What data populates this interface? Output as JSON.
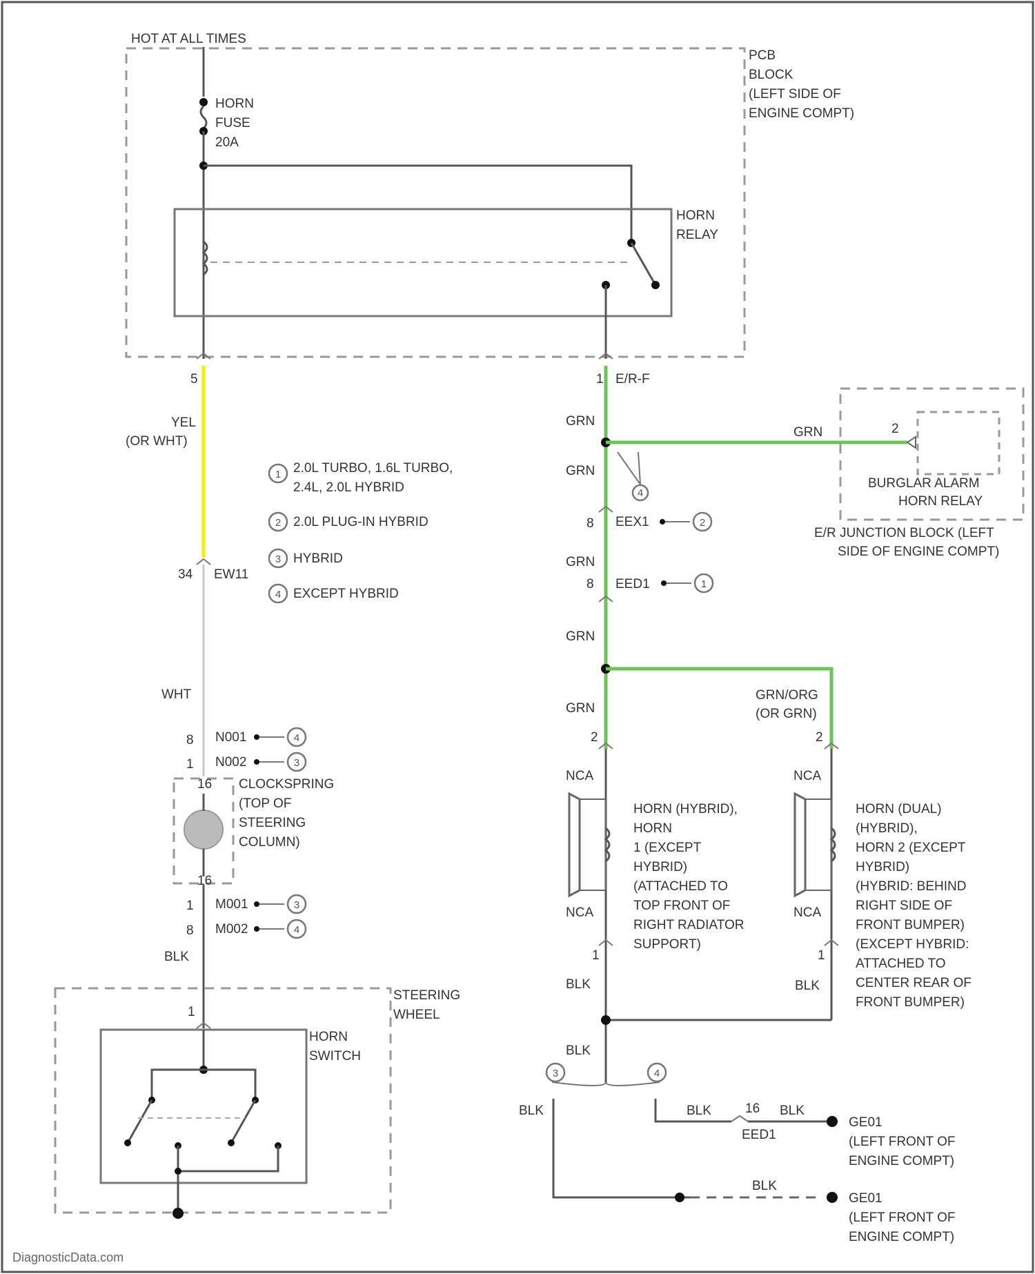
{
  "diagram": {
    "supply": "HOT AT ALL TIMES",
    "pcb_block": [
      "PCB",
      "BLOCK",
      "(LEFT SIDE OF",
      "ENGINE COMPT)"
    ],
    "fuse": [
      "HORN",
      "FUSE",
      "20A"
    ],
    "horn_relay": [
      "HORN",
      "RELAY"
    ],
    "pin_5": "5",
    "pin_1": "1",
    "conn_erf": "E/R-F",
    "wire_yel": [
      "YEL",
      "(OR WHT)"
    ],
    "wire_grn": "GRN",
    "wire_wht": "WHT",
    "wire_blk": "BLK",
    "wire_nca": "NCA",
    "wire_grn_org": [
      "GRN/ORG",
      "(OR GRN)"
    ],
    "legend": [
      {
        "id": "1",
        "text": [
          "2.0L TURBO, 1.6L TURBO,",
          "2.4L, 2.0L HYBRID"
        ]
      },
      {
        "id": "2",
        "text": [
          "2.0L PLUG-IN HYBRID"
        ]
      },
      {
        "id": "3",
        "text": [
          "HYBRID"
        ]
      },
      {
        "id": "4",
        "text": [
          "EXCEPT HYBRID"
        ]
      }
    ],
    "conn_ew11": {
      "pin": "34",
      "name": "EW11"
    },
    "conn_eex1": {
      "pin": "8",
      "name": "EEX1"
    },
    "conn_eed1": {
      "pin": "8",
      "name": "EED1"
    },
    "conn_n001": {
      "pin": "8",
      "name": "N001"
    },
    "conn_n002": {
      "pin": "1",
      "name": "N002"
    },
    "conn_m001": {
      "pin": "1",
      "name": "M001"
    },
    "conn_m002": {
      "pin": "8",
      "name": "M002"
    },
    "clockspring_pins": [
      "16",
      "16"
    ],
    "clockspring": [
      "CLOCKSPRING",
      "(TOP OF",
      "STEERING",
      "COLUMN)"
    ],
    "steering_wheel": [
      "STEERING",
      "WHEEL"
    ],
    "horn_switch": [
      "HORN",
      "SWITCH"
    ],
    "burglar_relay_pin": "2",
    "burglar_relay": [
      "BURGLAR ALARM",
      "HORN RELAY"
    ],
    "er_junction": [
      "E/R JUNCTION BLOCK (LEFT",
      "SIDE OF ENGINE COMPT)"
    ],
    "horn1": [
      "HORN (HYBRID),",
      "HORN",
      "1 (EXCEPT",
      "HYBRID)",
      "(ATTACHED TO",
      "TOP FRONT OF",
      "RIGHT RADIATOR",
      "SUPPORT)"
    ],
    "horn2": [
      "HORN (DUAL)",
      "(HYBRID),",
      "HORN 2 (EXCEPT",
      "HYBRID)",
      "(HYBRID: BEHIND",
      "RIGHT SIDE OF",
      "FRONT BUMPER)",
      "(EXCEPT HYBRID:",
      "ATTACHED TO",
      "CENTER REAR OF",
      "FRONT BUMPER)"
    ],
    "horn_pin_2": "2",
    "horn_pin_1": "1",
    "ground_g01": [
      "GE01",
      "(LEFT FRONT OF",
      "ENGINE COMPT)"
    ],
    "ground_g02": [
      "GE01",
      "(LEFT FRONT OF",
      "ENGINE COMPT)"
    ],
    "eed1_inline": {
      "pin": "16",
      "name": "EED1"
    },
    "watermark": "DiagnosticData.com"
  }
}
